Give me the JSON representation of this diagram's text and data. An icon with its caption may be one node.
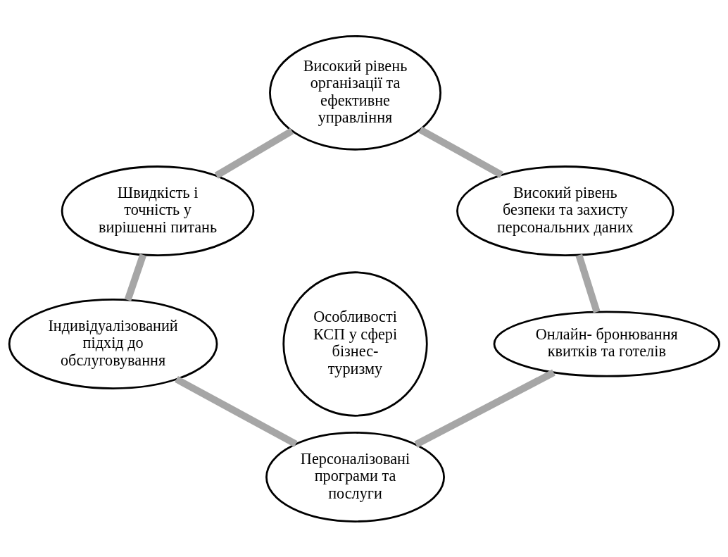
{
  "diagram": {
    "nodes": [
      {
        "text": [
          "Високий рівень організації та ефективне управління"
        ]
      },
      {
        "text": [
          "Високий рівень безпеки та захисту персональних даних"
        ]
      },
      {
        "text": [
          "Швидкість і точність у вирішенні питань"
        ]
      },
      {
        "text": [
          "Особливості КСП у сфері бізнес- туризму"
        ]
      },
      {
        "text": [
          "Онлайн- бронювання квитків та готелів"
        ]
      },
      {
        "text": [
          "Індивідуалізований підхід до обслуговування"
        ]
      },
      {
        "text": [
          "Персоналізовані програми та послуги"
        ]
      }
    ],
    "edges": [
      {
        "from": 0,
        "to": 2,
        "arrow": "none"
      },
      {
        "from": 2,
        "to": 5,
        "arrow": "none"
      },
      {
        "from": 5,
        "to": 6,
        "arrow": "none"
      },
      {
        "from": 6,
        "to": 4,
        "arrow": "none"
      },
      {
        "from": 4,
        "to": 1,
        "arrow": "none"
      },
      {
        "from": 1,
        "to": 0,
        "arrow": "none"
      }
    ]
  }
}
